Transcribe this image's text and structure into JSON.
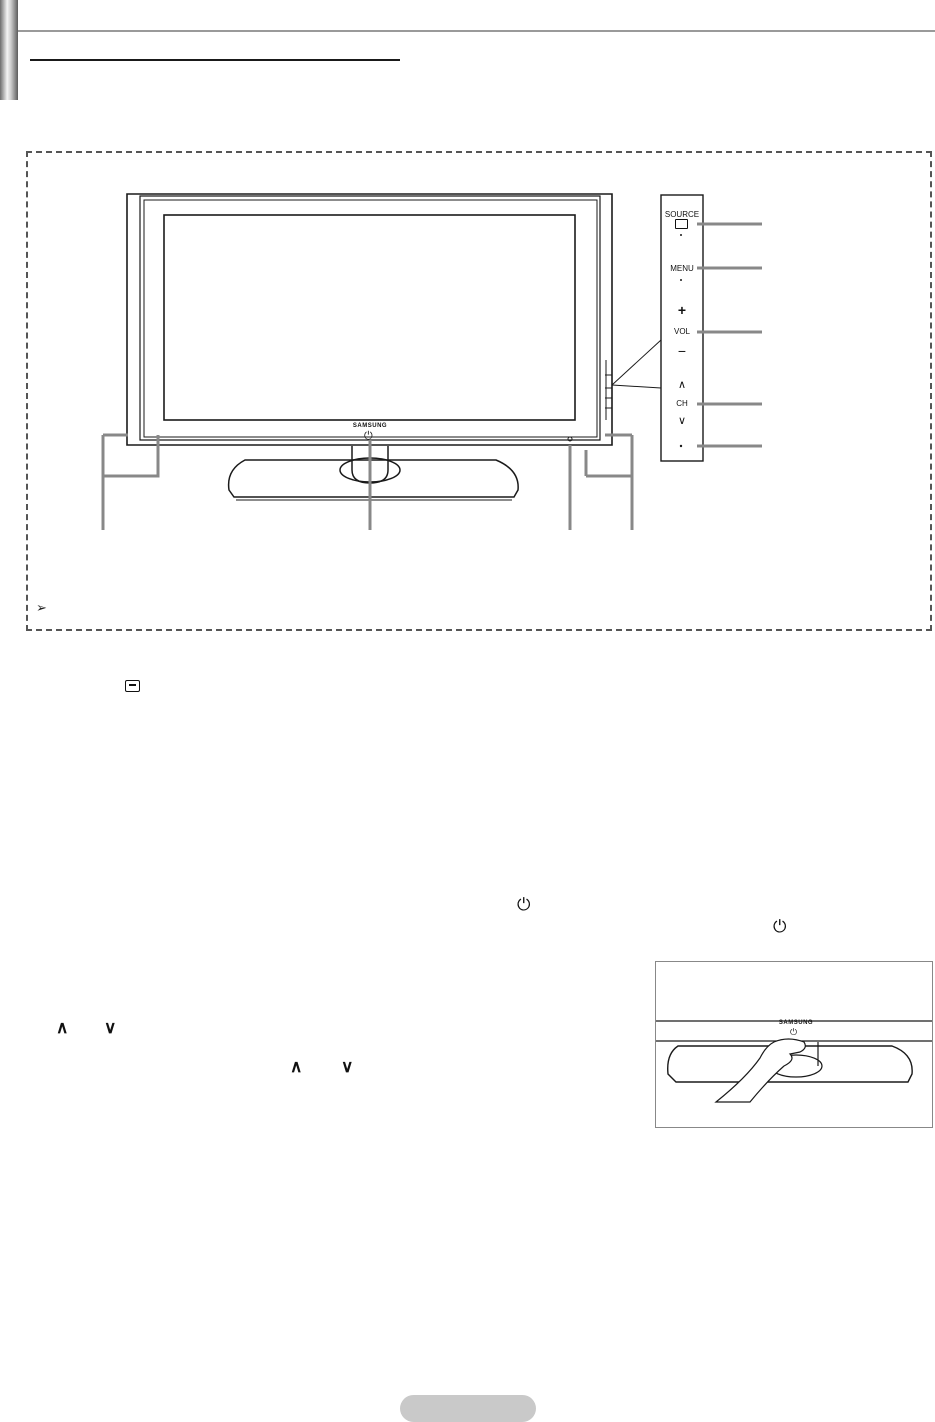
{
  "page": {
    "accent_gray": "#9a9a9a",
    "frame_color": "#1a1a1a"
  },
  "tv": {
    "brand": "SAMSUNG",
    "power_symbol": "⏻"
  },
  "side_panel": {
    "source": "SOURCE",
    "menu": "MENU",
    "vol": "VOL",
    "plus": "+",
    "minus": "−",
    "ch": "CH",
    "ch_up": "∧",
    "ch_down": "∨"
  },
  "diagram": {
    "note_mark": "➢"
  },
  "body_icons": {
    "source_icon": "source-input-icon",
    "power_icon_1": "⏻",
    "power_icon_2": "⏻",
    "ch_up_1": "∧",
    "ch_down_1": "∨",
    "ch_up_2": "∧",
    "ch_down_2": "∨"
  },
  "photo": {
    "brand": "SAMSUNG",
    "power_symbol": "⏻"
  }
}
